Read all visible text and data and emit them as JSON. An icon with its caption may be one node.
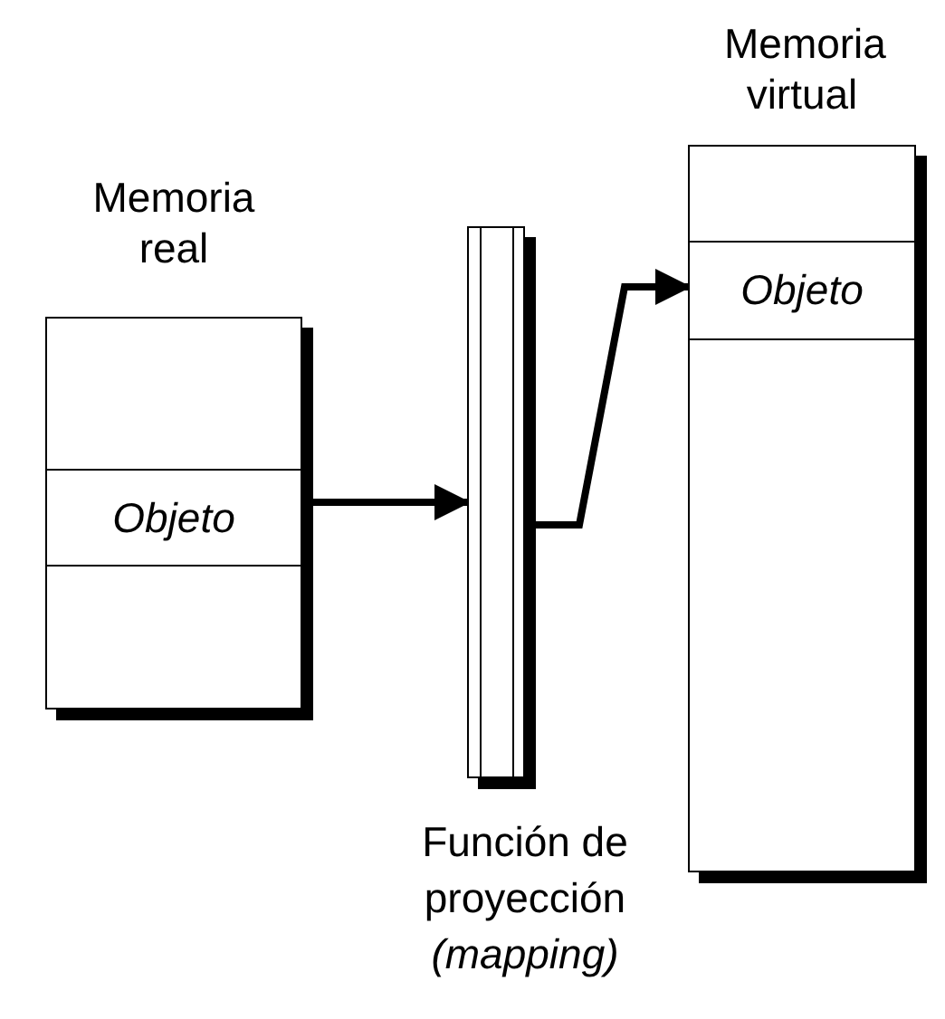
{
  "diagram": {
    "nodes": [
      {
        "text": [
          "Memoria real"
        ]
      },
      {
        "text": [
          "Objeto"
        ],
        "in": 0
      },
      {
        "text": [
          "Función de proyección",
          "(mapping)"
        ]
      },
      {
        "text": [
          "Memoria virtual"
        ]
      },
      {
        "text": [
          "Objeto"
        ],
        "in": 3
      }
    ],
    "edges": [
      {
        "from": 1,
        "to": 2,
        "arrow": "to"
      },
      {
        "from": 2,
        "to": 4,
        "arrow": "to"
      }
    ]
  }
}
